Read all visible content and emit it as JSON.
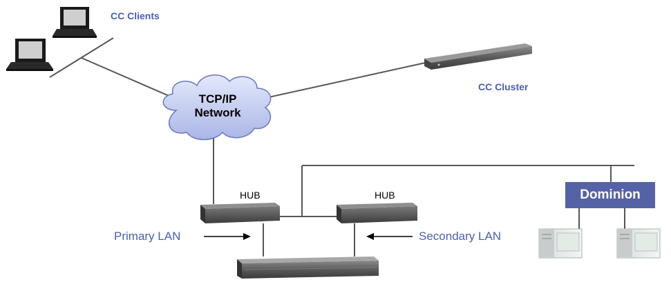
{
  "labels": {
    "cc_clients": "CC Clients",
    "cc_cluster": "CC Cluster",
    "network_line1": "TCP/IP",
    "network_line2": "Network",
    "hub_left": "HUB",
    "hub_right": "HUB",
    "primary_lan": "Primary LAN",
    "secondary_lan": "Secondary LAN",
    "dominion": "Dominion"
  },
  "colors": {
    "label_blue": "#4a5eb0",
    "line": "#555555",
    "cloud_fill": "#c9d1f0",
    "dominion_fill": "#5662a6",
    "device_dark": "#4a4a4a"
  }
}
